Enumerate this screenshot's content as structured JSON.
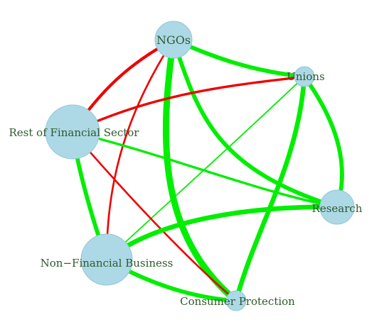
{
  "colors": {
    "node_fill": "#add8e6",
    "node_stroke": "#8fc7d6",
    "positive_edge": "#00ee00",
    "negative_edge": "#ee0000",
    "label": "#2d5a2d"
  },
  "nodes": [
    {
      "id": "ngos",
      "label": "NGOs"
    },
    {
      "id": "unions",
      "label": "Unions"
    },
    {
      "id": "rest-fin",
      "label": "Rest of Financial Sector"
    },
    {
      "id": "research",
      "label": "Research"
    },
    {
      "id": "non-fin",
      "label": "Non−Financial Business"
    },
    {
      "id": "consumer",
      "label": "Consumer Protection"
    }
  ],
  "edges": [
    {
      "from": "ngos",
      "to": "unions",
      "sign": "positive",
      "weight": 3
    },
    {
      "from": "ngos",
      "to": "research",
      "sign": "positive",
      "weight": 3
    },
    {
      "from": "ngos",
      "to": "consumer",
      "sign": "positive",
      "weight": 5
    },
    {
      "from": "ngos",
      "to": "rest-fin",
      "sign": "negative",
      "weight": 2
    },
    {
      "from": "ngos",
      "to": "non-fin",
      "sign": "negative",
      "weight": 1
    },
    {
      "from": "unions",
      "to": "rest-fin",
      "sign": "negative",
      "weight": 1.5
    },
    {
      "from": "unions",
      "to": "research",
      "sign": "positive",
      "weight": 3
    },
    {
      "from": "unions",
      "to": "consumer",
      "sign": "positive",
      "weight": 3.5
    },
    {
      "from": "unions",
      "to": "non-fin",
      "sign": "positive",
      "weight": 0.5
    },
    {
      "from": "rest-fin",
      "to": "research",
      "sign": "positive",
      "weight": 1.5
    },
    {
      "from": "rest-fin",
      "to": "non-fin",
      "sign": "positive",
      "weight": 3
    },
    {
      "from": "rest-fin",
      "to": "consumer",
      "sign": "negative",
      "weight": 1
    },
    {
      "from": "research",
      "to": "non-fin",
      "sign": "positive",
      "weight": 3.5
    },
    {
      "from": "non-fin",
      "to": "consumer",
      "sign": "positive",
      "weight": 3
    }
  ]
}
